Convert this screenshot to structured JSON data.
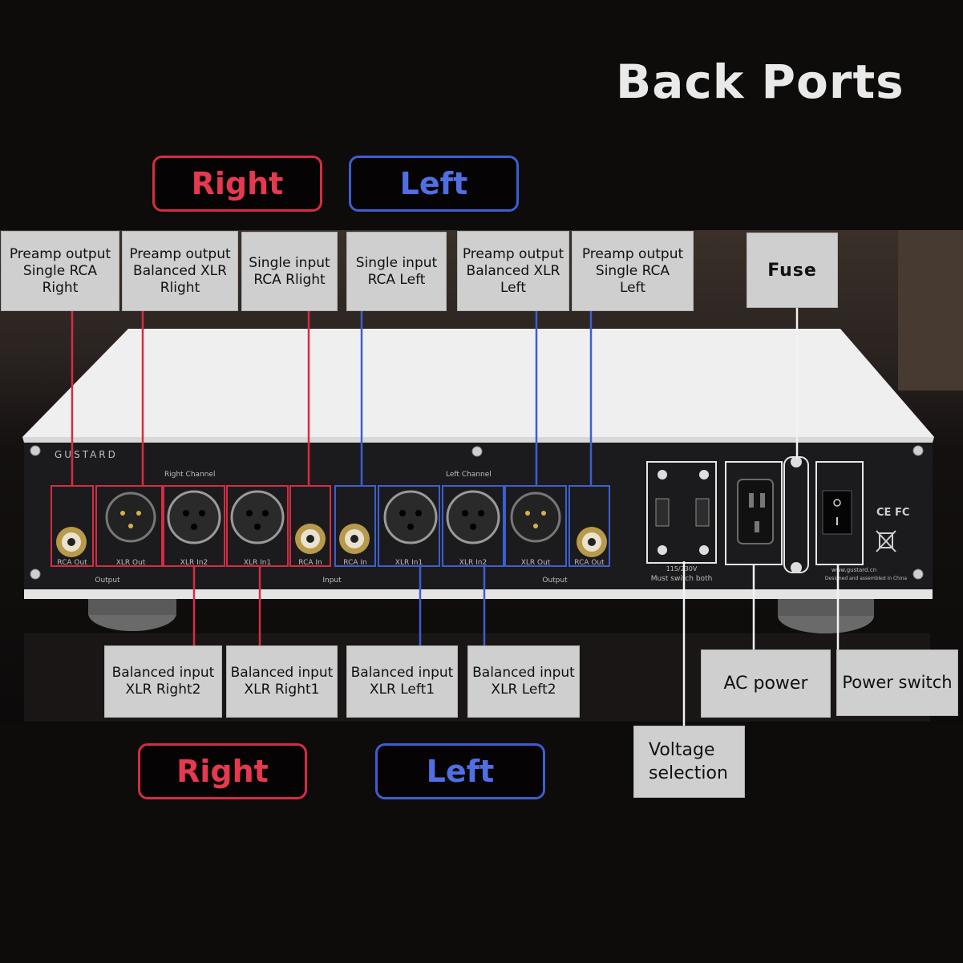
{
  "title": "Back Ports",
  "channels": {
    "top_right": "Right",
    "top_left": "Left",
    "bottom_right": "Right",
    "bottom_left": "Left"
  },
  "labels": {
    "preamp_rca_right": "Preamp output\nSingle RCA\nRight",
    "preamp_xlr_right": "Preamp output\nBalanced XLR\nRlight",
    "single_rca_right": "Single input\nRCA Rlight",
    "single_rca_left": "Single input\nRCA Left",
    "preamp_xlr_left": "Preamp output\nBalanced XLR\nLeft",
    "preamp_rca_left": "Preamp output\nSingle RCA\nLeft",
    "fuse": "Fuse",
    "xlr_right2": "Balanced input\nXLR Right2",
    "xlr_right1": "Balanced input\nXLR Right1",
    "xlr_left1": "Balanced input\nXLR Left1",
    "xlr_left2": "Balanced input\nXLR Left2",
    "ac_power": "AC power",
    "power_switch": "Power switch",
    "voltage": "Voltage\nselection"
  },
  "panel": {
    "brand": "GUSTARD",
    "right_channel": "Right Channel",
    "left_channel": "Left Channel",
    "rca_out_r": "RCA Out",
    "xlr_out_r": "XLR Out",
    "xlr_in2_r": "XLR In2",
    "xlr_in1_r": "XLR In1",
    "rca_in_r": "RCA In",
    "rca_in_l": "RCA In",
    "xlr_in1_l": "XLR In1",
    "xlr_in2_l": "XLR In2",
    "xlr_out_l": "XLR Out",
    "rca_out_l": "RCA Out",
    "output_r": "Output",
    "input": "Input",
    "output_l": "Output",
    "voltage_sel": "115/230V",
    "must_switch": "Must switch both",
    "website": "www.gustard.cn",
    "made_in": "Designed and assembled in China",
    "cert": "CE FC"
  },
  "colors": {
    "right": "#d62c43",
    "left": "#3d5ed0",
    "white_line": "#f2f2f2",
    "chassis": "#ececec",
    "panel": "#1b1b1d",
    "label_bg": "#cfcfcf"
  }
}
